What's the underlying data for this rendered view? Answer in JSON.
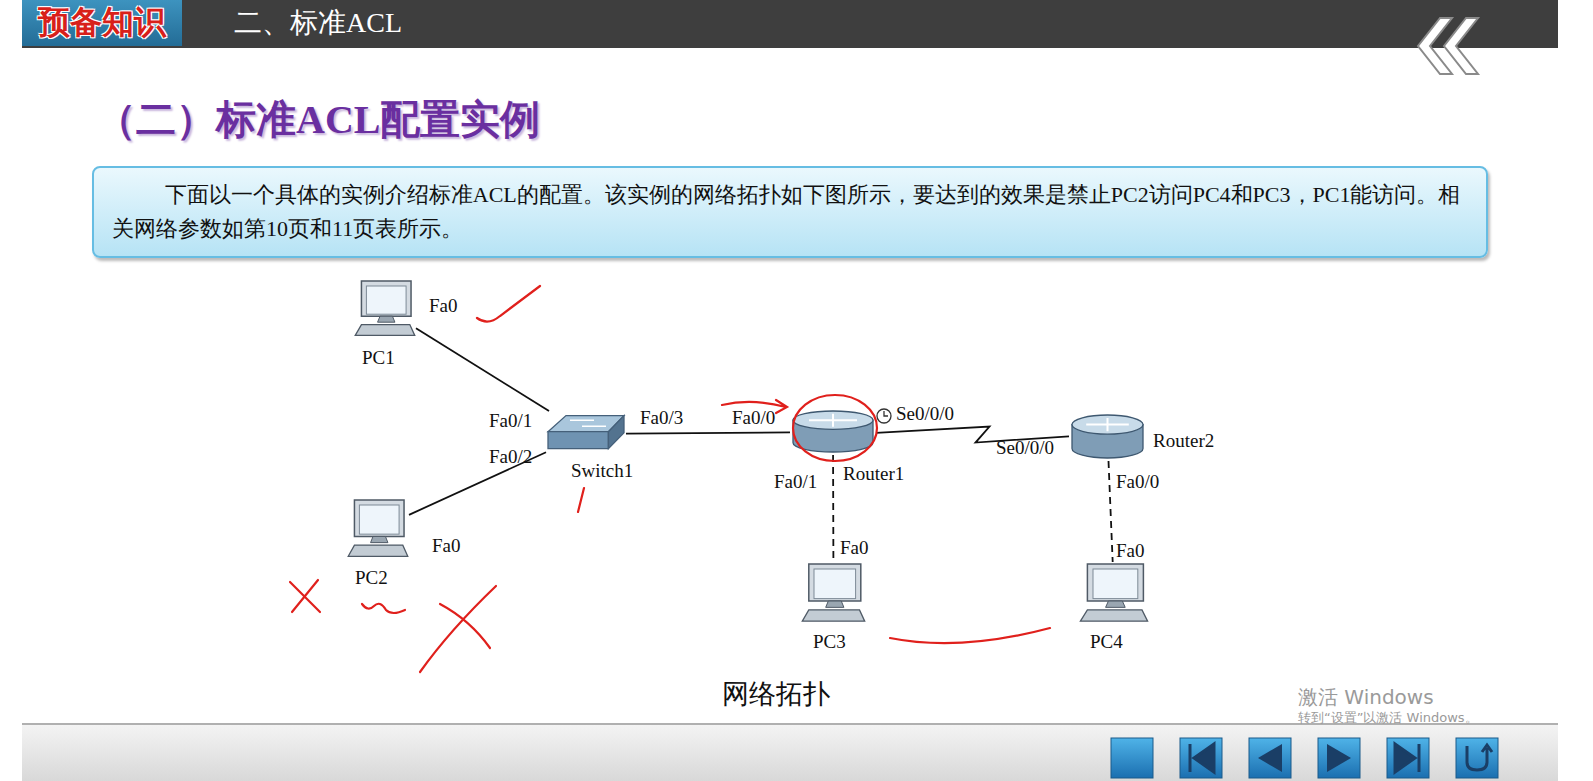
{
  "diagram": {
    "title": "（二）标准ACL配置实例",
    "caption": "网络拓扑",
    "nodes": [
      {
        "text": [
          "预备知识"
        ]
      },
      {
        "text": [
          "下面以一个具体的实例介绍标准ACL的配置。该实例的网络拓扑如下图所示，要达到的效果是禁止PC2访问PC4和PC3，PC1能访问。相关网络参数如第10页和11页表所示。"
        ]
      },
      {
        "text": [
          "PC1"
        ]
      },
      {
        "text": [
          "PC2"
        ]
      },
      {
        "text": [
          "Switch1"
        ]
      },
      {
        "text": [
          "Router1"
        ]
      },
      {
        "text": [
          "Router2"
        ]
      },
      {
        "text": [
          "PC3"
        ]
      },
      {
        "text": [
          "PC4"
        ]
      }
    ],
    "edges": [
      {
        "from": 2,
        "to": 4,
        "arrow": "none"
      },
      {
        "from": 3,
        "to": 4,
        "arrow": "none"
      },
      {
        "from": 4,
        "to": 5,
        "arrow": "none"
      },
      {
        "from": 5,
        "to": 6,
        "arrow": "none"
      },
      {
        "from": 5,
        "to": 7,
        "arrow": "none"
      },
      {
        "from": 6,
        "to": 8,
        "arrow": "none"
      }
    ],
    "labels": [
      "二、标准ACL",
      "Fa0",
      "Fa0/1",
      "Fa0/2",
      "Fa0",
      "Fa0/3",
      "Fa0/0",
      "Se0/0/0",
      "Se0/0/0",
      "Fa0/1",
      "Fa0",
      "Fa0/0",
      "Fa0",
      "激活 Windows",
      "转到“设置”以激活 Windows。"
    ]
  }
}
